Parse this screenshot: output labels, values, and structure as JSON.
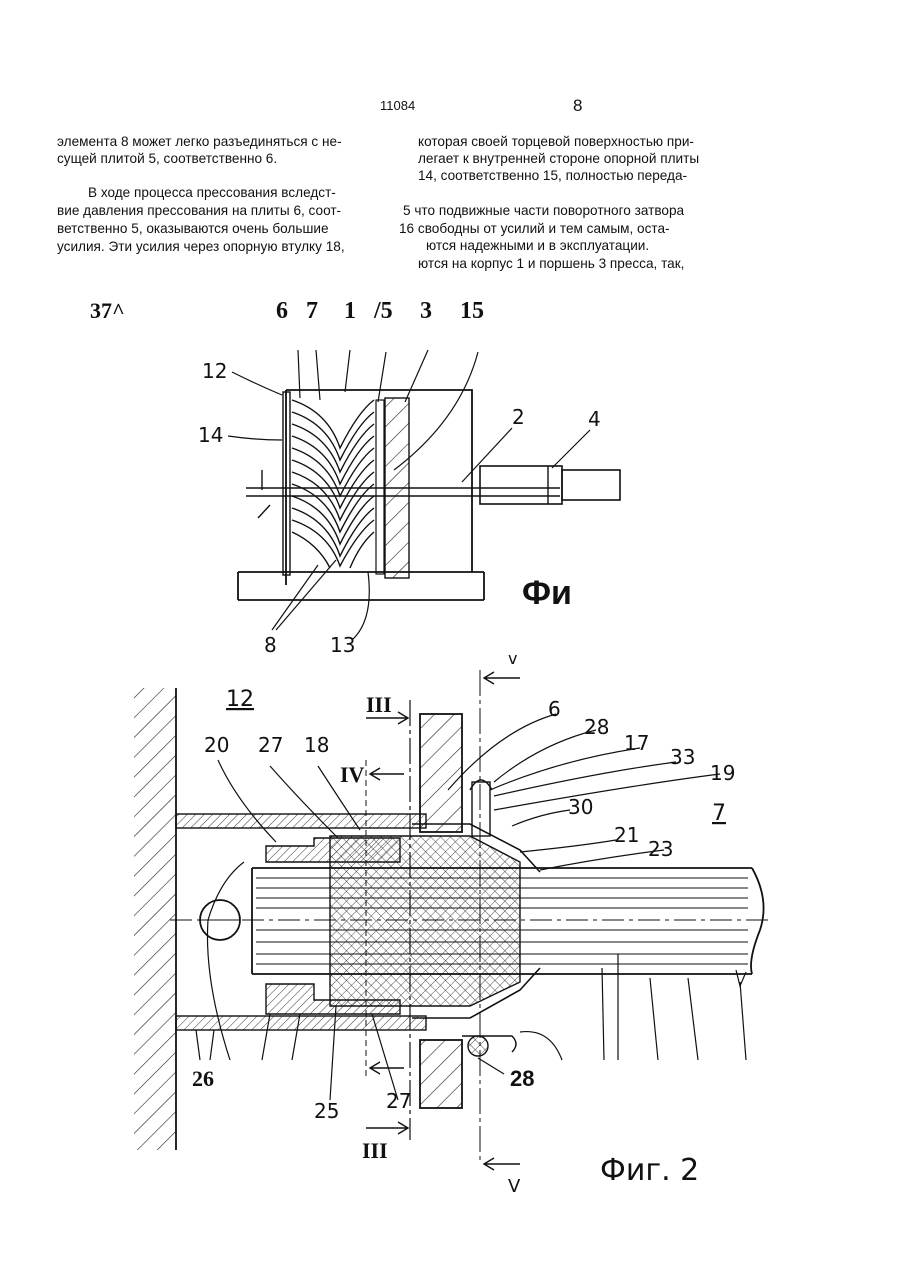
{
  "header": {
    "patent_number": "11084",
    "page_number": "8"
  },
  "left_column": [
    "элемента 8 может легко разъединяться с не-",
    "сущей плитой 5, соответственно 6.",
    "В ходе процесса прессования вследст-",
    "вие давления прессования на плиты 6, соот-",
    "ветственно 5, оказываются очень большие",
    "усилия. Эти усилия через опорную втулку 18,"
  ],
  "right_column": [
    "которая своей торцевой поверхностью при-",
    "легает к внутренней стороне опорной плиты",
    "14, соответственно 15, полностью переда-",
    "5 что подвижные части поворотного затвора",
    "16 свободны от усилий и тем самым, оста-",
    "ются надежными и в эксплуатации.",
    "ются на корпус 1 и поршень 3 пресса, так,"
  ],
  "figure1": {
    "corner_mark": "37^",
    "top_labels": [
      "6",
      "7",
      "1",
      "/5",
      "3",
      "15"
    ],
    "side_labels": [
      "12",
      "14",
      "2",
      "4"
    ],
    "bottom_labels": [
      "8",
      "13"
    ],
    "caption": "Фи"
  },
  "figure2": {
    "labels": [
      "12",
      "20",
      "27",
      "18",
      "III",
      "IV",
      "6",
      "28",
      "17",
      "33",
      "19",
      "30",
      "7",
      "21",
      "23",
      "26",
      "25",
      "27",
      "III",
      "28",
      "v",
      "V"
    ],
    "caption": "Фиг. 2"
  }
}
